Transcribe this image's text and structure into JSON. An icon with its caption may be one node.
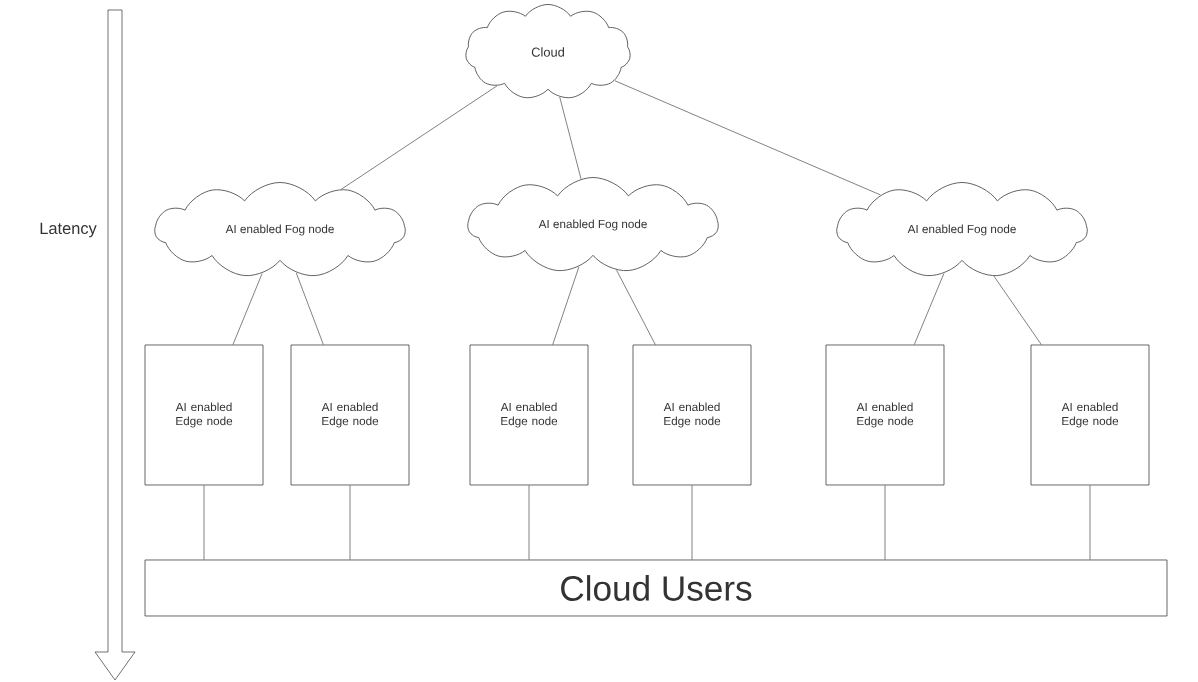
{
  "diagram": {
    "nodes": [
      {
        "text": [
          "Cloud"
        ]
      },
      {
        "text": [
          "AI enabled Fog node"
        ]
      },
      {
        "text": [
          "AI enabled Fog node"
        ]
      },
      {
        "text": [
          "AI enabled Fog node"
        ]
      },
      {
        "text": [
          "AI enabled Edge node"
        ]
      },
      {
        "text": [
          "AI enabled Edge node"
        ]
      },
      {
        "text": [
          "AI enabled Edge node"
        ]
      },
      {
        "text": [
          "AI enabled Edge node"
        ]
      },
      {
        "text": [
          "AI enabled Edge node"
        ]
      },
      {
        "text": [
          "AI enabled Edge node"
        ]
      },
      {
        "text": [
          "Cloud Users"
        ]
      }
    ],
    "edges": [
      {
        "from": 0,
        "to": 1,
        "arrow": "none"
      },
      {
        "from": 0,
        "to": 2,
        "arrow": "none"
      },
      {
        "from": 0,
        "to": 3,
        "arrow": "none"
      },
      {
        "from": 1,
        "to": 4,
        "arrow": "none"
      },
      {
        "from": 1,
        "to": 5,
        "arrow": "none"
      },
      {
        "from": 2,
        "to": 6,
        "arrow": "none"
      },
      {
        "from": 2,
        "to": 7,
        "arrow": "none"
      },
      {
        "from": 3,
        "to": 8,
        "arrow": "none"
      },
      {
        "from": 3,
        "to": 9,
        "arrow": "none"
      },
      {
        "from": 4,
        "to": 10,
        "arrow": "none"
      },
      {
        "from": 5,
        "to": 10,
        "arrow": "none"
      },
      {
        "from": 6,
        "to": 10,
        "arrow": "none"
      },
      {
        "from": 7,
        "to": 10,
        "arrow": "none"
      },
      {
        "from": 8,
        "to": 10,
        "arrow": "none"
      },
      {
        "from": 9,
        "to": 10,
        "arrow": "none"
      }
    ],
    "labels": [
      "Latency"
    ]
  }
}
